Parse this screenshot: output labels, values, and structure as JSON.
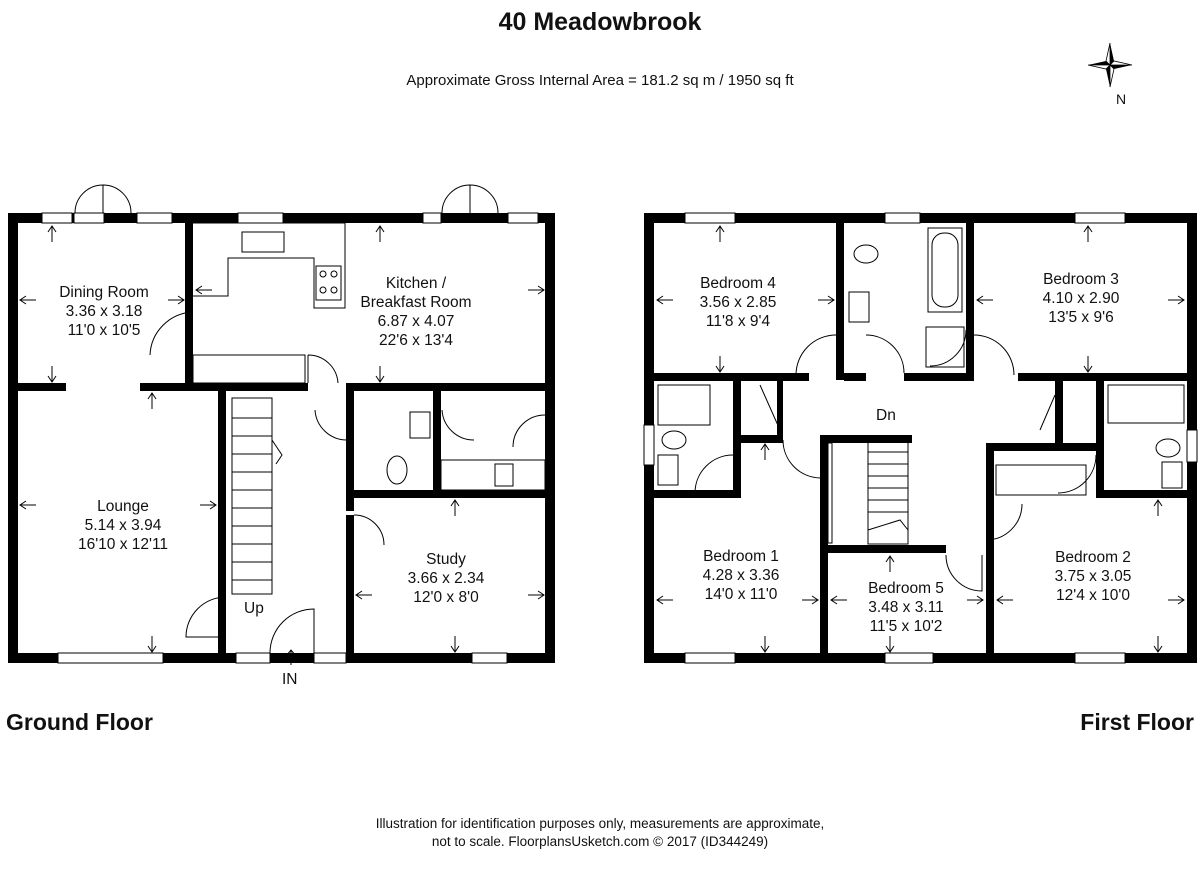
{
  "title": "40 Meadowbrook",
  "area_text": "Approximate Gross Internal Area = 181.2 sq m / 1950 sq ft",
  "compass_label": "N",
  "ground_floor_label": "Ground Floor",
  "first_floor_label": "First Floor",
  "disclaimer_line1": "Illustration for identification purposes only, measurements are approximate,",
  "disclaimer_line2": "not to scale. FloorplansUsketch.com © 2017 (ID344249)",
  "ground_floor": {
    "stair_label": "Up",
    "entrance_label": "IN",
    "rooms": {
      "dining": {
        "name": "Dining Room",
        "metric": "3.36 x 3.18",
        "imperial": "11'0 x 10'5"
      },
      "kitchen": {
        "name1": "Kitchen /",
        "name2": "Breakfast Room",
        "metric": "6.87 x 4.07",
        "imperial": "22'6 x 13'4"
      },
      "lounge": {
        "name": "Lounge",
        "metric": "5.14 x 3.94",
        "imperial": "16'10 x 12'11"
      },
      "study": {
        "name": "Study",
        "metric": "3.66 x 2.34",
        "imperial": "12'0 x 8'0"
      }
    }
  },
  "first_floor": {
    "stair_label": "Dn",
    "rooms": {
      "bedroom4": {
        "name": "Bedroom 4",
        "metric": "3.56 x 2.85",
        "imperial": "11'8 x 9'4"
      },
      "bedroom3": {
        "name": "Bedroom 3",
        "metric": "4.10 x 2.90",
        "imperial": "13'5 x 9'6"
      },
      "bedroom1": {
        "name": "Bedroom 1",
        "metric": "4.28 x 3.36",
        "imperial": "14'0 x 11'0"
      },
      "bedroom5": {
        "name": "Bedroom 5",
        "metric": "3.48 x 3.11",
        "imperial": "11'5 x 10'2"
      },
      "bedroom2": {
        "name": "Bedroom 2",
        "metric": "3.75 x 3.05",
        "imperial": "12'4 x 10'0"
      }
    }
  }
}
